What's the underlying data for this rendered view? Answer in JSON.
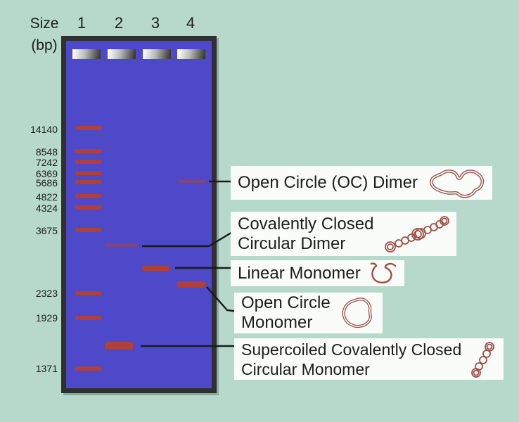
{
  "axis": {
    "size_label": "Size",
    "bp_label": "(bp)"
  },
  "lane_numbers": [
    "1",
    "2",
    "3",
    "4"
  ],
  "ladder": {
    "values": [
      "14140",
      "8548",
      "7242",
      "6369",
      "5686",
      "4822",
      "4324",
      "3675",
      "2323",
      "1929",
      "1371"
    ]
  },
  "labels": {
    "oc_dimer": {
      "text": "Open Circle (OC) Dimer",
      "icon": "open-circle-dimer-icon"
    },
    "ccc_dimer": {
      "line1": "Covalently Closed",
      "line2": "Circular Dimer",
      "icon": "supercoiled-dimer-chain-icon"
    },
    "linear_monomer": {
      "text": "Linear Monomer",
      "icon": "linear-strand-icon"
    },
    "oc_monomer": {
      "line1": "Open Circle",
      "line2": "Monomer",
      "icon": "open-circle-monomer-icon"
    },
    "supercoiled_monomer": {
      "line1": "Supercoiled Covalently Closed",
      "line2": "Circular Monomer",
      "icon": "supercoiled-monomer-chain-icon"
    }
  },
  "colors": {
    "background": "#b7d9cc",
    "gel": "#4d49c8",
    "gel_border": "#303030",
    "band": "#b04038",
    "label_bg": "#fafcf9",
    "icon_stroke": "#9d4f47",
    "connector": "#1a1a1a",
    "text": "#1d1d1b"
  }
}
